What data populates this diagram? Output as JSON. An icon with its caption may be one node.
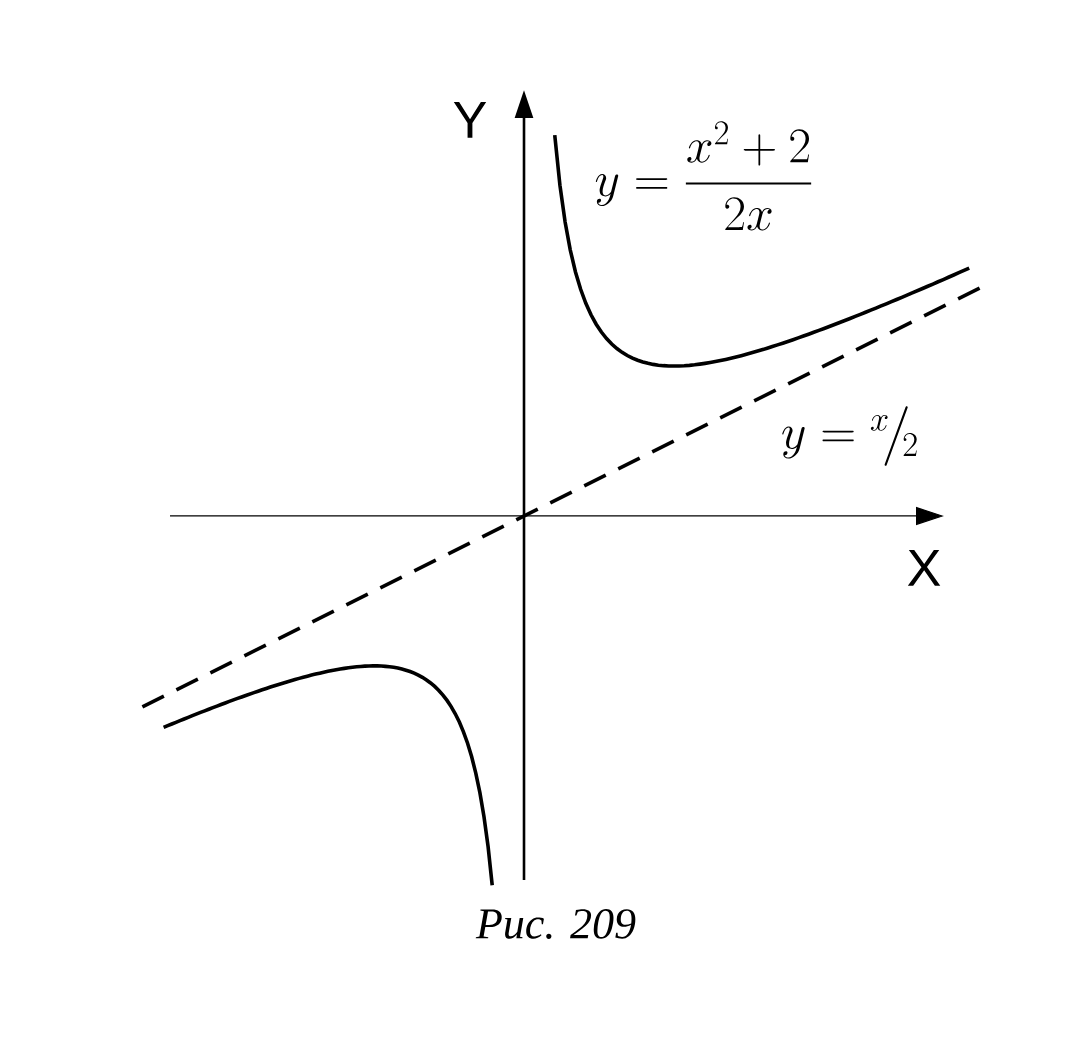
{
  "diagram": {
    "caption": "Рис. 209",
    "labels": [
      "Y",
      "y=\\dfrac{x^{2}+2}{2x}",
      "y={}^{x}\\!\\big/\\!{}_{2}",
      "X"
    ]
  }
}
